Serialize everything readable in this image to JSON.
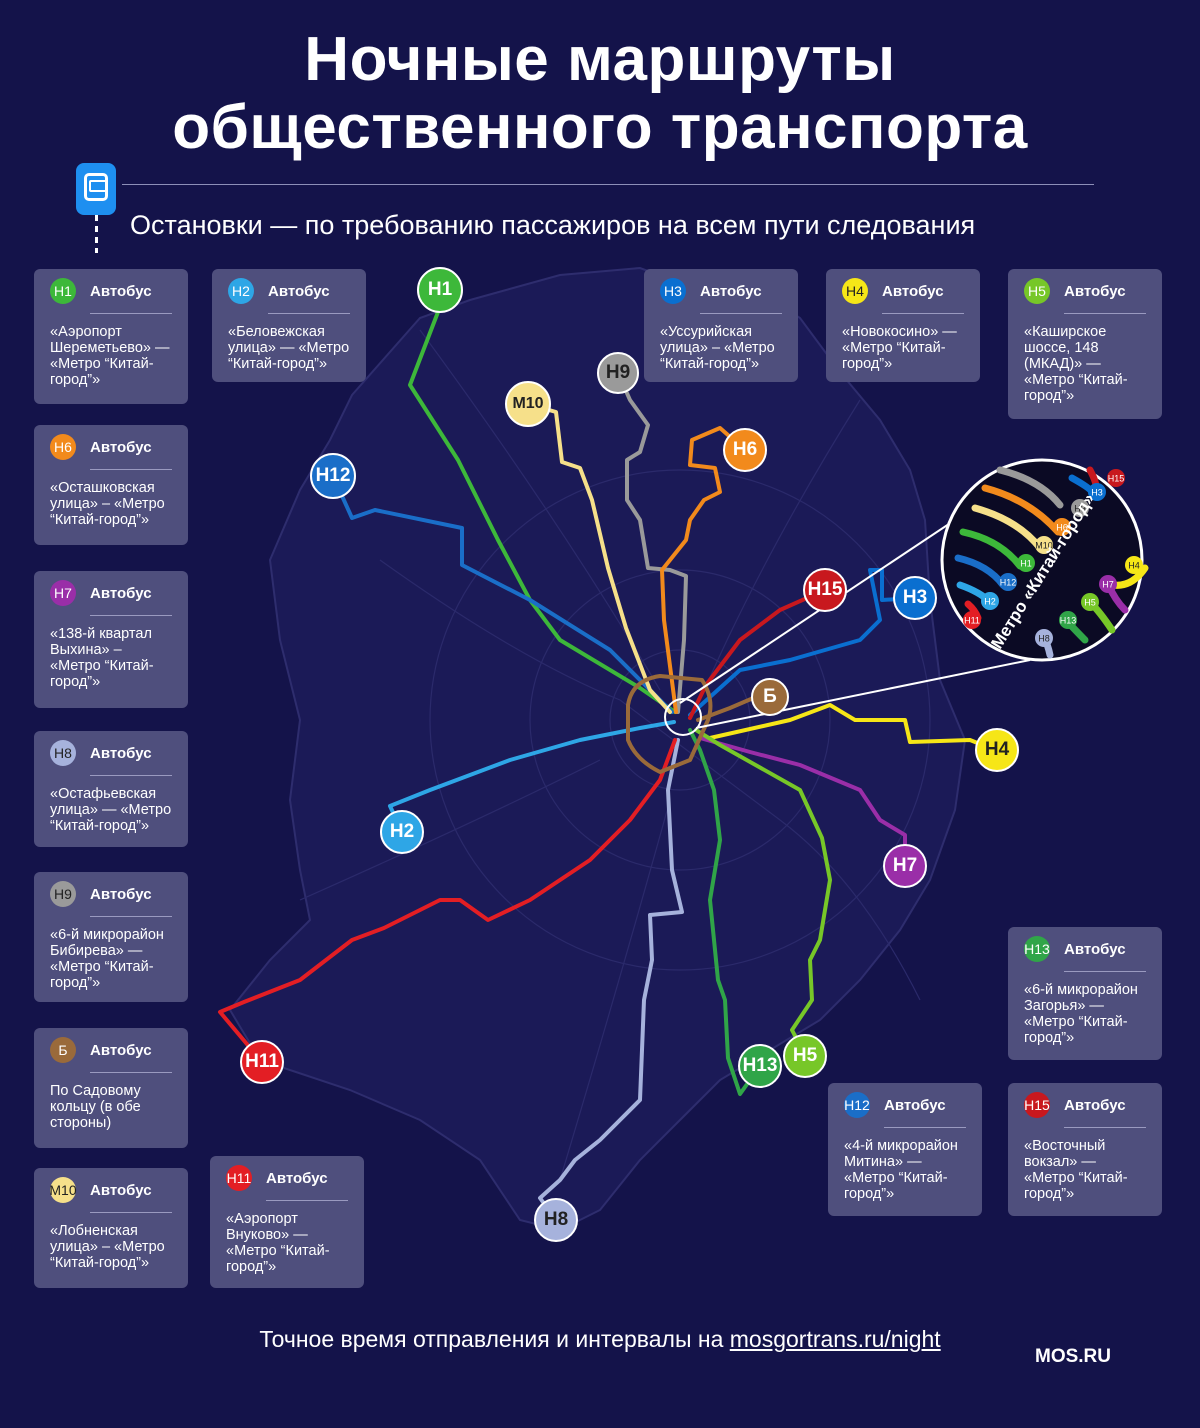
{
  "title_line1": "Ночные маршруты",
  "title_line2": "общественного транспорта",
  "subtitle": "Остановки — по требованию пассажиров на всем пути следования",
  "footer": {
    "text": "Точное время отправления и интервалы на ",
    "link": "mosgortrans.ru/night"
  },
  "brand": "MOS.RU",
  "inset_label": "Метро «Китай-город»",
  "cards": [
    {
      "route": "Н1",
      "kind": "Автобус",
      "color": "#3db83a",
      "text": "«Аэропорт Шереметьево» — «Метро “Китай-город”»"
    },
    {
      "route": "Н2",
      "kind": "Автобус",
      "color": "#2ea6e6",
      "text": "«Беловежская улица» — «Метро “Китай-город”»"
    },
    {
      "route": "Н3",
      "kind": "Автобус",
      "color": "#0a6fd0",
      "text": "«Уссурийская улица» – «Метро “Китай-город”»"
    },
    {
      "route": "Н4",
      "kind": "Автобус",
      "color": "#f6e617",
      "text": "«Новокосино» — «Метро “Китай-город”»"
    },
    {
      "route": "Н5",
      "kind": "Автобус",
      "color": "#77c728",
      "text": "«Каширское шоссе, 148 (МКАД)» — «Метро “Китай-город”»"
    },
    {
      "route": "Н6",
      "kind": "Автобус",
      "color": "#f28a1c",
      "text": "«Осташковская улица» – «Метро “Китай-город”»"
    },
    {
      "route": "Н7",
      "kind": "Автобус",
      "color": "#9a2ea8",
      "text": "«138-й квартал Выхина» – «Метро “Китай-город”»"
    },
    {
      "route": "Н8",
      "kind": "Автобус",
      "color": "#a6b2dc",
      "text": "«Остафьевская улица» — «Метро “Китай-город”»"
    },
    {
      "route": "Н9",
      "kind": "Автобус",
      "color": "#9a9a9a",
      "text": "«6-й микрорайон Бибирева» — «Метро “Китай-город”»"
    },
    {
      "route": "Б",
      "kind": "Автобус",
      "color": "#9a6a3a",
      "text": "По Садовому кольцу (в обе стороны)"
    },
    {
      "route": "М10",
      "kind": "Автобус",
      "color": "#f6e08a",
      "text": "«Лобненская улица» – «Метро “Китай-город”»"
    },
    {
      "route": "Н11",
      "kind": "Автобус",
      "color": "#e31e24",
      "text": "«Аэропорт Внуково» — «Метро “Китай-город”»"
    },
    {
      "route": "Н12",
      "kind": "Автобус",
      "color": "#1a6ec8",
      "text": "«4-й микрорайон Митина» — «Метро “Китай-город”»"
    },
    {
      "route": "Н13",
      "kind": "Автобус",
      "color": "#30a548",
      "text": "«6-й микрорайон Загорья» — «Метро “Китай-город”»"
    },
    {
      "route": "Н15",
      "kind": "Автобус",
      "color": "#c8181e",
      "text": "«Восточный вокзал» — «Метро “Китай-город”»"
    }
  ],
  "map_labels": [
    {
      "route": "Н1",
      "color": "#3db83a"
    },
    {
      "route": "Н2",
      "color": "#2ea6e6"
    },
    {
      "route": "Н3",
      "color": "#0a6fd0"
    },
    {
      "route": "Н4",
      "color": "#f6e617"
    },
    {
      "route": "Н5",
      "color": "#77c728"
    },
    {
      "route": "Н6",
      "color": "#f28a1c"
    },
    {
      "route": "Н7",
      "color": "#9a2ea8"
    },
    {
      "route": "Н8",
      "color": "#a6b2dc"
    },
    {
      "route": "Н9",
      "color": "#9a9a9a"
    },
    {
      "route": "Б",
      "color": "#9a6a3a"
    },
    {
      "route": "М10",
      "color": "#f6e08a"
    },
    {
      "route": "Н11",
      "color": "#e31e24"
    },
    {
      "route": "Н12",
      "color": "#1a6ec8"
    },
    {
      "route": "Н13",
      "color": "#30a548"
    },
    {
      "route": "Н15",
      "color": "#c8181e"
    }
  ],
  "inset_badges": [
    "Н15",
    "Н3",
    "Н9",
    "Н6",
    "М10",
    "Н1",
    "Н12",
    "Н2",
    "Н11",
    "Н4",
    "Н7",
    "Н5",
    "Н13",
    "Н8"
  ]
}
